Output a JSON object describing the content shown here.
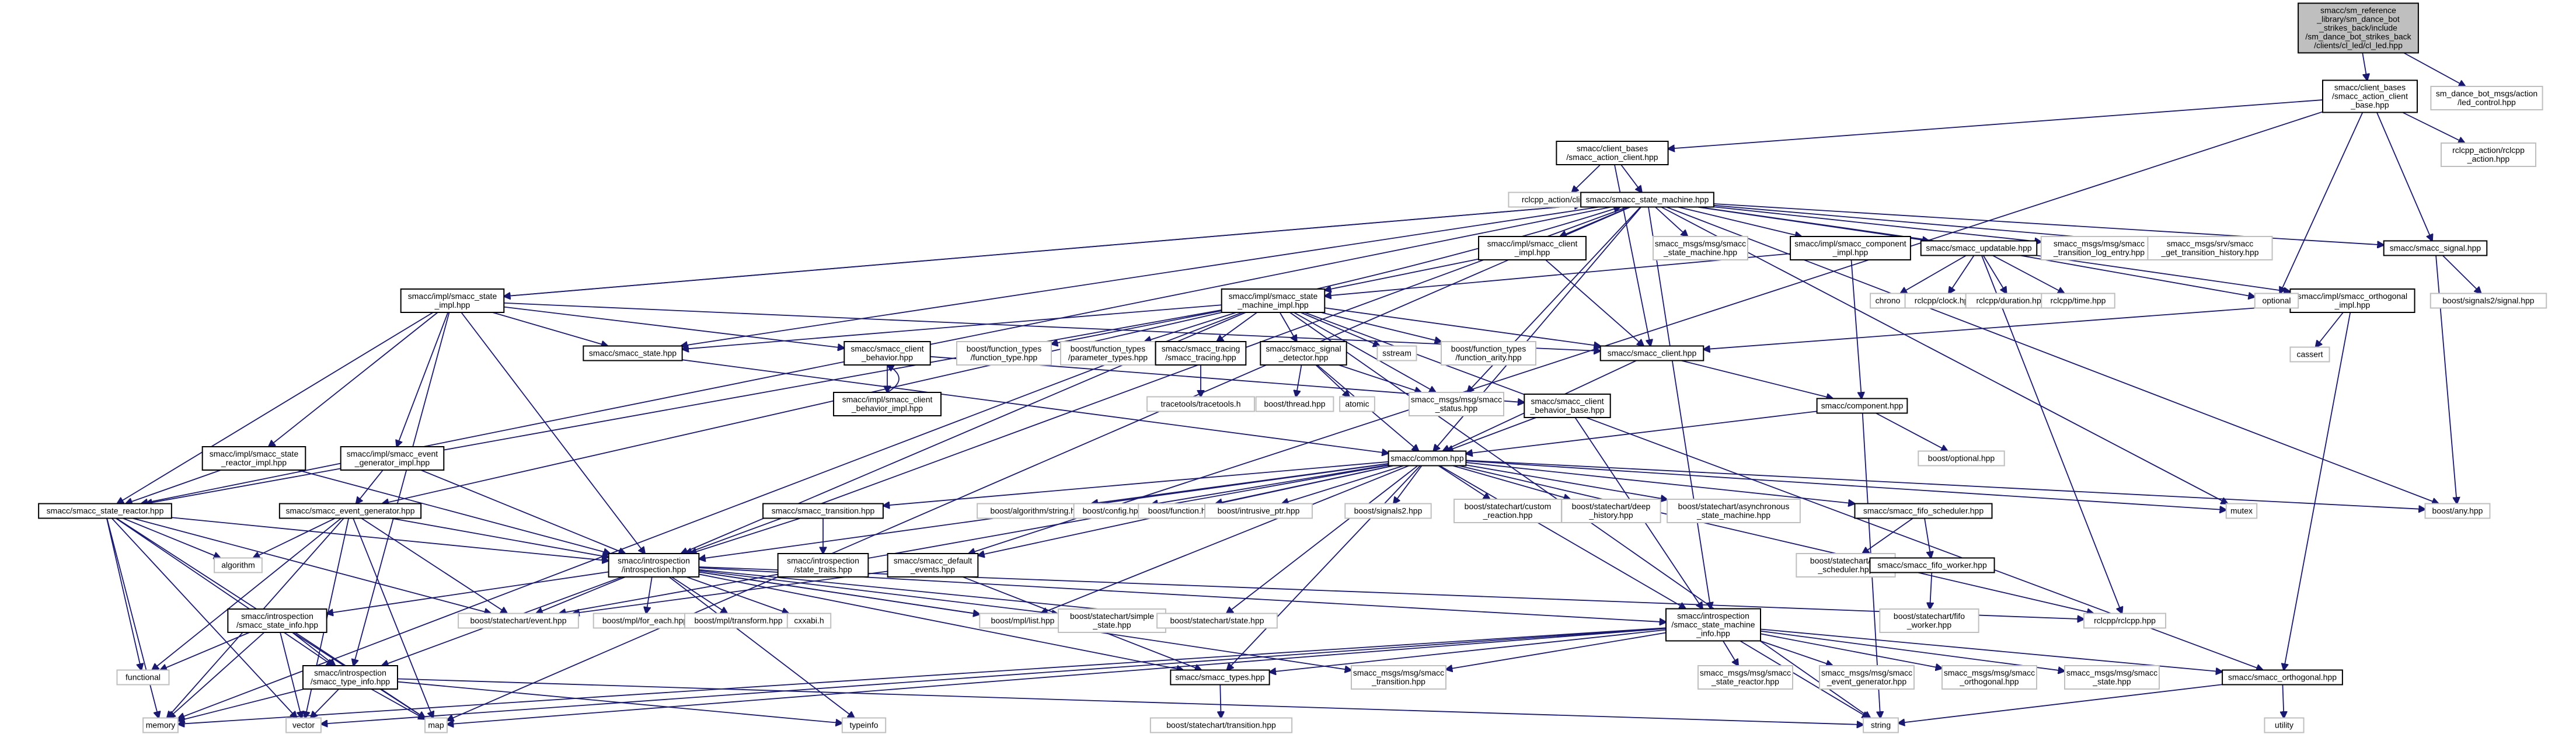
{
  "graph": {
    "root": {
      "label": "smacc/sm_reference\n_library/sm_dance_bot\n_strikes_back/include\n/sm_dance_bot_strikes_back\n/clients/cl_led/cl_led.hpp"
    },
    "nodes": {
      "action_client_base": "smacc/client_bases\n/smacc_action_client\n_base.hpp",
      "led_control": "sm_dance_bot_msgs/action\n/led_control.hpp",
      "action_client": "smacc/client_bases\n/smacc_action_client.hpp",
      "rclcpp_action_rclcpp": "rclcpp_action/rclcpp\n_action.hpp",
      "rclcpp_action_client": "rclcpp_action/client.hpp",
      "state_machine": "smacc/smacc_state_machine.hpp",
      "state_impl": "smacc/impl/smacc_state\n_impl.hpp",
      "client_impl": "smacc/impl/smacc_client\n_impl.hpp",
      "msg_state_machine": "smacc_msgs/msg/smacc\n_state_machine.hpp",
      "component_impl": "smacc/impl/smacc_component\n_impl.hpp",
      "updatable": "smacc/smacc_updatable.hpp",
      "msg_transition_log": "smacc_msgs/msg/smacc\n_transition_log_entry.hpp",
      "srv_transition_history": "smacc_msgs/srv/smacc\n_get_transition_history.hpp",
      "signal": "smacc/smacc_signal.hpp",
      "boost_signals2_signal": "boost/signals2/signal.hpp",
      "state_machine_impl": "smacc/impl/smacc_state\n_machine_impl.hpp",
      "orthogonal_impl": "smacc/impl/smacc_orthogonal\n_impl.hpp",
      "chrono": "chrono",
      "rclcpp_clock": "rclcpp/clock.hpp",
      "rclcpp_duration": "rclcpp/duration.hpp",
      "rclcpp_time": "rclcpp/time.hpp",
      "optional": "optional",
      "cassert": "cassert",
      "smacc_state": "smacc/smacc_state.hpp",
      "client_behavior": "smacc/smacc_client\n_behavior.hpp",
      "function_type": "boost/function_types\n/function_type.hpp",
      "parameter_types": "boost/function_types\n/parameter_types.hpp",
      "tracing": "smacc/smacc_tracing\n/smacc_tracing.hpp",
      "signal_detector": "smacc/smacc_signal\n_detector.hpp",
      "sstream": "sstream",
      "function_arity": "boost/function_types\n/function_arity.hpp",
      "smacc_client": "smacc/smacc_client.hpp",
      "client_behavior_impl": "smacc/impl/smacc_client\n_behavior_impl.hpp",
      "tracetools": "tracetools/tracetools.h",
      "boost_thread": "boost/thread.hpp",
      "atomic": "atomic",
      "msg_status": "smacc_msgs/msg/smacc\n_status.hpp",
      "client_behavior_base": "smacc/smacc_client\n_behavior_base.hpp",
      "component": "smacc/component.hpp",
      "boost_optional": "boost/optional.hpp",
      "state_reactor_impl": "smacc/impl/smacc_state\n_reactor_impl.hpp",
      "event_generator_impl": "smacc/impl/smacc_event\n_generator_impl.hpp",
      "common": "smacc/common.hpp",
      "state_reactor": "smacc/smacc_state_reactor.hpp",
      "event_generator": "smacc/smacc_event_generator.hpp",
      "transition": "smacc/smacc_transition.hpp",
      "algorithm_string": "boost/algorithm/string.hpp",
      "boost_config": "boost/config.hpp",
      "boost_function": "boost/function.hpp",
      "intrusive_ptr": "boost/intrusive_ptr.hpp",
      "boost_signals2": "boost/signals2.hpp",
      "custom_reaction": "boost/statechart/custom\n_reaction.hpp",
      "deep_history": "boost/statechart/deep\n_history.hpp",
      "async_state_machine": "boost/statechart/asynchronous\n_state_machine.hpp",
      "fifo_scheduler": "smacc/smacc_fifo_scheduler.hpp",
      "mutex": "mutex",
      "boost_any": "boost/any.hpp",
      "algorithm": "algorithm",
      "introspection": "smacc/introspection\n/introspection.hpp",
      "state_traits": "smacc/introspection\n/state_traits.hpp",
      "default_events": "smacc/smacc_default\n_events.hpp",
      "sc_fifo_scheduler": "boost/statechart/fifo\n_scheduler.hpp",
      "fifo_worker": "smacc/smacc_fifo_worker.hpp",
      "state_info": "smacc/introspection\n/smacc_state_info.hpp",
      "sc_event": "boost/statechart/event.hpp",
      "mpl_for_each": "boost/mpl/for_each.hpp",
      "mpl_transform": "boost/mpl/transform.hpp",
      "cxxabi": "cxxabi.h",
      "mpl_list": "boost/mpl/list.hpp",
      "simple_state": "boost/statechart/simple\n_state.hpp",
      "sc_state": "boost/statechart/state.hpp",
      "sm_info": "smacc/introspection\n/smacc_state_machine\n_info.hpp",
      "sc_fifo_worker": "boost/statechart/fifo\n_worker.hpp",
      "rclcpp": "rclcpp/rclcpp.hpp",
      "functional": "functional",
      "type_info": "smacc/introspection\n/smacc_type_info.hpp",
      "smacc_types": "smacc/smacc_types.hpp",
      "msg_transition": "smacc_msgs/msg/smacc\n_transition.hpp",
      "msg_state_reactor": "smacc_msgs/msg/smacc\n_state_reactor.hpp",
      "msg_event_generator": "smacc_msgs/msg/smacc\n_event_generator.hpp",
      "msg_orthogonal": "smacc_msgs/msg/smacc\n_orthogonal.hpp",
      "msg_state": "smacc_msgs/msg/smacc\n_state.hpp",
      "orthogonal": "smacc/smacc_orthogonal.hpp",
      "memory": "memory",
      "vector": "vector",
      "map": "map",
      "typeinfo": "typeinfo",
      "string": "string",
      "sc_transition": "boost/statechart/transition.hpp",
      "utility": "utility"
    }
  }
}
